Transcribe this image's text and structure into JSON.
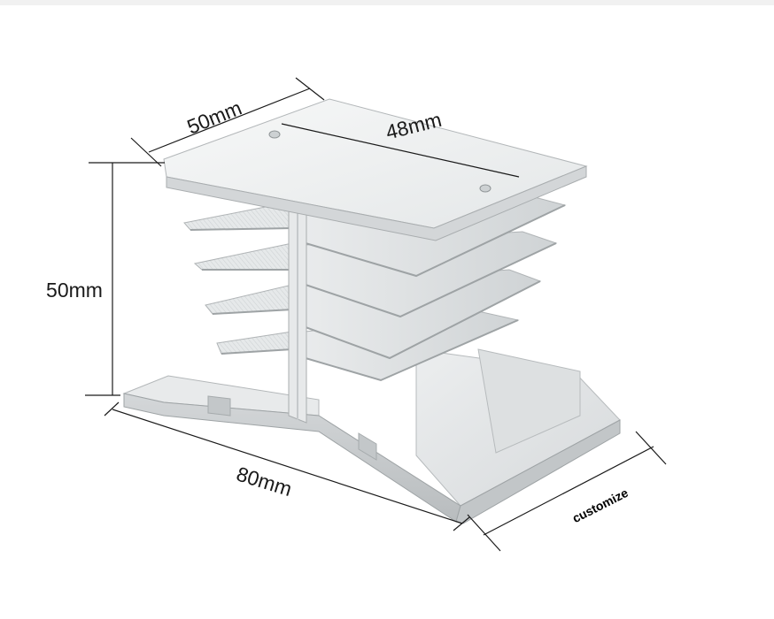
{
  "image": {
    "subject": "aluminum-heatsink",
    "background_color": "#ffffff",
    "metal_colors": {
      "light": "#f2f3f3",
      "mid": "#d9dcdd",
      "dark": "#b5b9bb",
      "edge": "#9ea3a5"
    }
  },
  "dimensions": {
    "top_depth": "50mm",
    "hole_spacing": "48mm",
    "height": "50mm",
    "length": "80mm",
    "width_note": "customize"
  }
}
